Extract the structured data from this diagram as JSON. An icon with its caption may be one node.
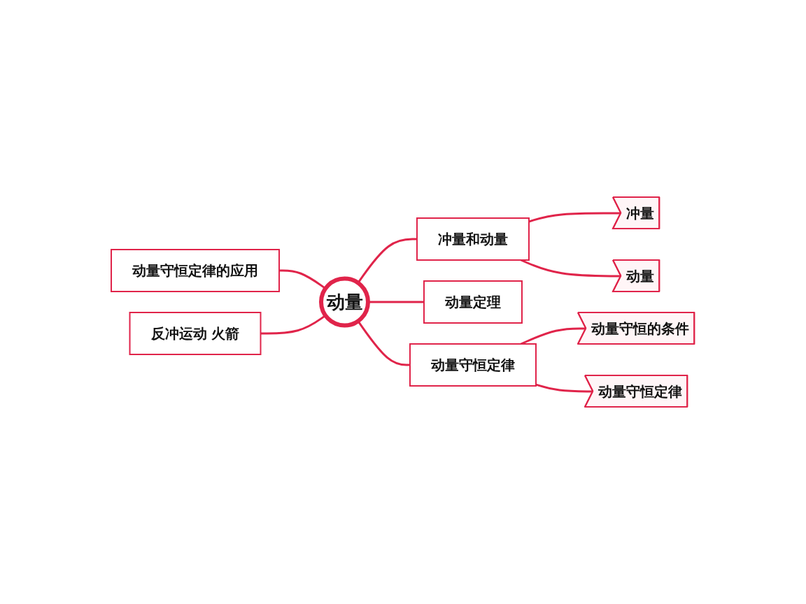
{
  "diagram": {
    "nodes": [
      {
        "text": [
          "动量"
        ]
      },
      {
        "text": [
          "动量守恒定律的应用"
        ]
      },
      {
        "text": [
          "冲量和动量"
        ]
      },
      {
        "text": [
          "冲量"
        ]
      },
      {
        "text": [
          "动量"
        ]
      },
      {
        "text": [
          "动量定理"
        ]
      },
      {
        "text": [
          "反冲运动 火箭"
        ]
      },
      {
        "text": [
          "动量守恒定律"
        ]
      },
      {
        "text": [
          "动量守恒的条件"
        ]
      },
      {
        "text": [
          "动量守恒定律"
        ]
      }
    ],
    "edges": [
      {
        "from": 1,
        "to": 0,
        "arrow": "none"
      },
      {
        "from": 0,
        "to": 2,
        "arrow": "none"
      },
      {
        "from": 2,
        "to": 3,
        "arrow": "none"
      },
      {
        "from": 2,
        "to": 4,
        "arrow": "none"
      },
      {
        "from": 0,
        "to": 5,
        "arrow": "none"
      },
      {
        "from": 6,
        "to": 0,
        "arrow": "none"
      },
      {
        "from": 0,
        "to": 7,
        "arrow": "none"
      },
      {
        "from": 7,
        "to": 8,
        "arrow": "none"
      },
      {
        "from": 7,
        "to": 9,
        "arrow": "none"
      }
    ]
  }
}
